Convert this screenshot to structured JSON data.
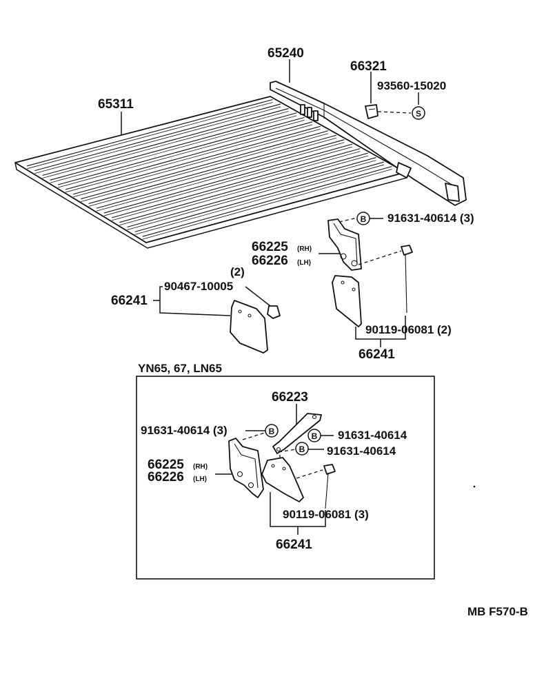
{
  "main_parts": {
    "bed_floor": "65311",
    "front_rail": "65240",
    "cap": "66321",
    "screw_top": "93560-15020",
    "bolt_top": "91631-40614 (3)",
    "bracket_rh": "66225",
    "bracket_lh": "66226",
    "rh_tag": "(RH)",
    "lh_tag": "(LH)",
    "clip_qty": "(2)",
    "clip": "90467-10005",
    "mudflap_left": "66241",
    "screw_right": "90119-06081 (2)",
    "mudflap_right": "66241"
  },
  "symbols": {
    "s": "S",
    "b": "B"
  },
  "inset": {
    "title": "YN65, 67, LN65",
    "stay": "66223",
    "bolt_a": "91631-40614 (3)",
    "bolt_b": "91631-40614",
    "bolt_c": "91631-40614",
    "bracket_rh": "66225",
    "bracket_lh": "66226",
    "rh_tag": "(RH)",
    "lh_tag": "(LH)",
    "screw": "90119-06081 (3)",
    "mudflap": "66241"
  },
  "footer_code": "MB F570-B"
}
